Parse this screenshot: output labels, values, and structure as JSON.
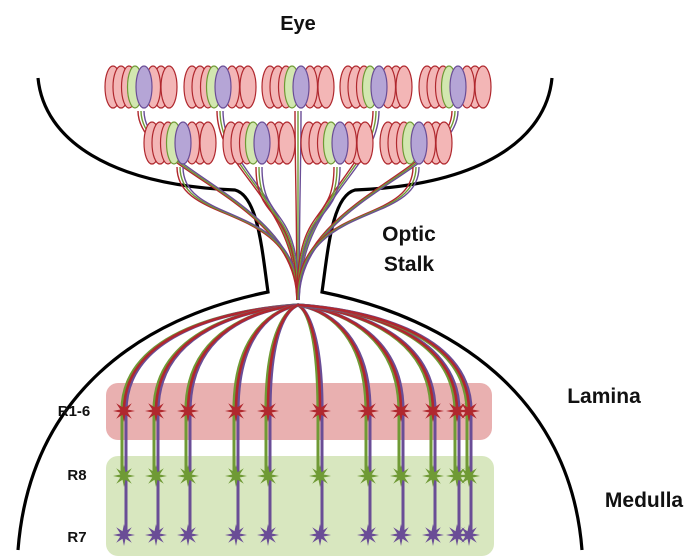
{
  "labels": {
    "eye": "Eye",
    "optic_line1": "Optic",
    "optic_line2": "Stalk",
    "lamina": "Lamina",
    "medulla": "Medulla",
    "r16": "R1-6",
    "r8": "R8",
    "r7": "R7"
  },
  "colors": {
    "outline": "#000000",
    "red": "#b0282e",
    "green": "#6f9a35",
    "purple": "#6a4d96",
    "ommatidium_red_fill": "#f3b6b6",
    "ommatidium_green_fill": "#d2e7b0",
    "ommatidium_purple_fill": "#b5a5d6",
    "lamina_band": "#e9b0b0",
    "medulla_band": "#d8e7bf"
  },
  "structure": {
    "ommatidia_top_row": 5,
    "ommatidia_bottom_row": 4,
    "photoreceptor_columns": 11
  }
}
